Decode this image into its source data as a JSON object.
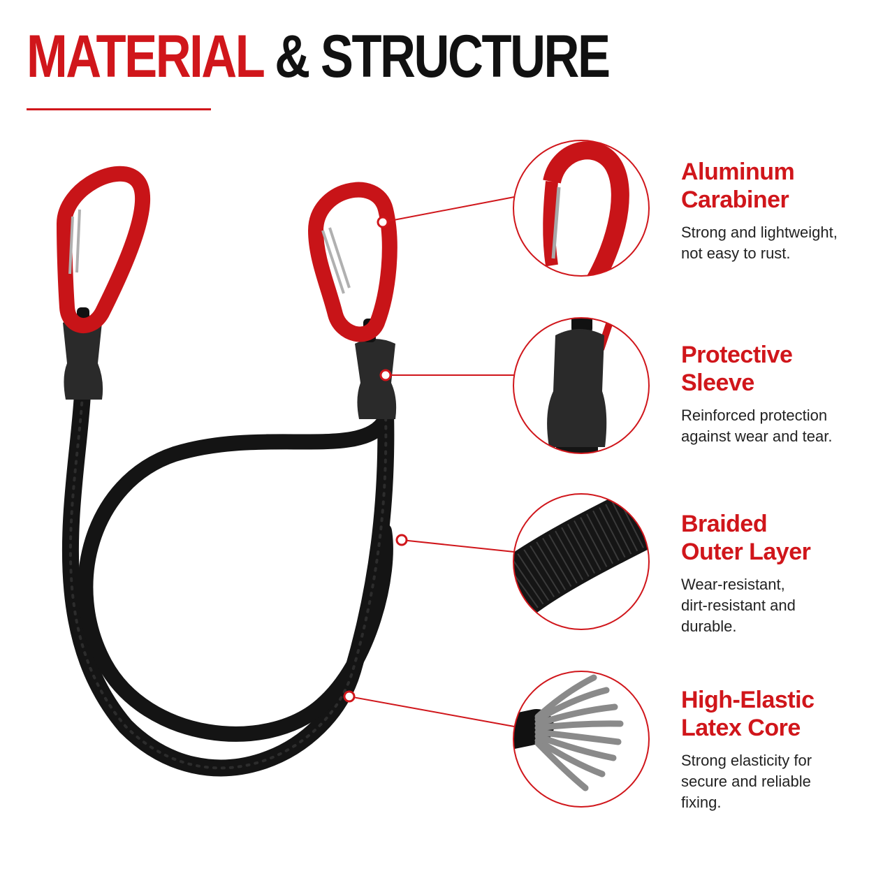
{
  "header": {
    "title_part1": "MATERIAL",
    "title_part2": "& STRUCTURE"
  },
  "features": [
    {
      "title_line1": "Aluminum",
      "title_line2": "Carabiner",
      "desc_line1": "Strong and lightweight,",
      "desc_line2": "not easy to rust.",
      "desc_line3": ""
    },
    {
      "title_line1": "Protective",
      "title_line2": "Sleeve",
      "desc_line1": "Reinforced protection",
      "desc_line2": "against wear and tear.",
      "desc_line3": ""
    },
    {
      "title_line1": "Braided",
      "title_line2": "Outer Layer",
      "desc_line1": "Wear-resistant,",
      "desc_line2": "dirt-resistant and",
      "desc_line3": "durable."
    },
    {
      "title_line1": "High-Elastic",
      "title_line2": "Latex Core",
      "desc_line1": "Strong elasticity for",
      "desc_line2": "secure and reliable",
      "desc_line3": "fixing."
    }
  ],
  "colors": {
    "accent": "#d0161b",
    "cord": "#141414",
    "sleeve": "#2a2a2a",
    "core": "#8a8a8a"
  }
}
